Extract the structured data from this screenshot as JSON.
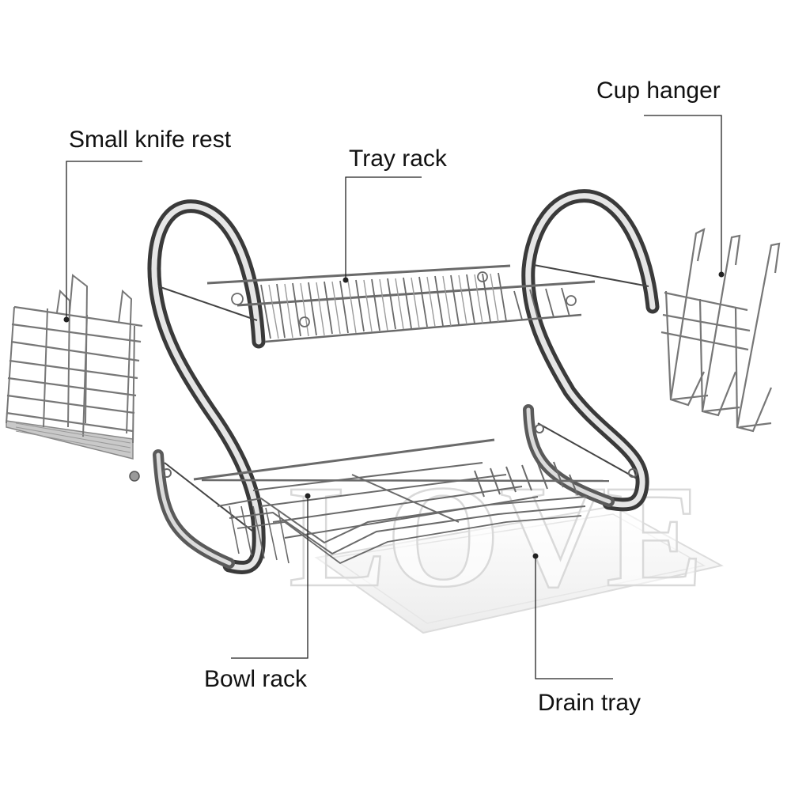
{
  "labels": {
    "small_knife_rest": "Small knife rest",
    "tray_rack": "Tray rack",
    "cup_hanger": "Cup hanger",
    "bowl_rack": "Bowl rack",
    "drain_tray": "Drain tray"
  },
  "watermark": "LOVE",
  "colors": {
    "background": "#ffffff",
    "label_text": "#111111",
    "chrome_dark": "#4a4a4a",
    "chrome_mid": "#9a9a9a",
    "chrome_light": "#e4e4e4",
    "tray_white": "#f4f4f4"
  }
}
